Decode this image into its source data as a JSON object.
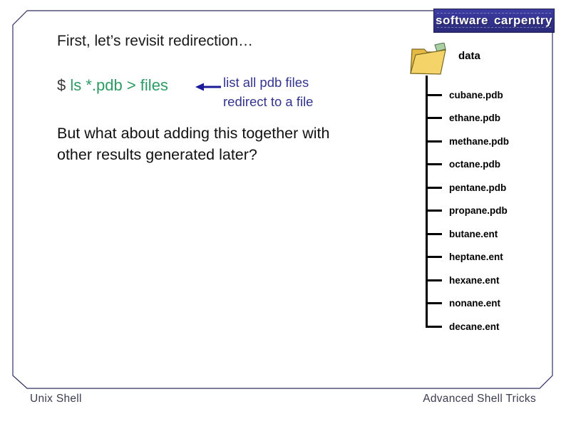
{
  "slide": {
    "title": "First, let’s revisit redirection…",
    "command": {
      "prompt": "$ ",
      "code": "ls *.pdb > files"
    },
    "annotation": {
      "line1": "list all pdb files",
      "line2": "redirect to a file"
    },
    "body_lines": {
      "0": "But what about adding this together with",
      "1": "other results generated later?"
    },
    "footer": {
      "left": "Unix Shell",
      "right": "Advanced Shell Tricks"
    }
  },
  "logo": {
    "word1": "software",
    "word2": "carpentry"
  },
  "file_tree": {
    "root_label": "data",
    "files": [
      "cubane.pdb",
      "ethane.pdb",
      "methane.pdb",
      "octane.pdb",
      "pentane.pdb",
      "propane.pdb",
      "butane.ent",
      "heptane.ent",
      "hexane.ent",
      "nonane.ent",
      "decane.ent"
    ]
  },
  "icons": {
    "folder": "open-folder-icon",
    "annotation_arrow": "left-arrow-icon"
  },
  "colors": {
    "command_green": "#2e9b64",
    "annotation_blue": "#34348f",
    "arrow_blue": "#1b1b99",
    "frame_border": "#2e2e63",
    "logo_background": "#32328c",
    "logo_text": "#ffffff",
    "folder_yellow": "#f2cf5e",
    "tree_black": "#000000"
  }
}
